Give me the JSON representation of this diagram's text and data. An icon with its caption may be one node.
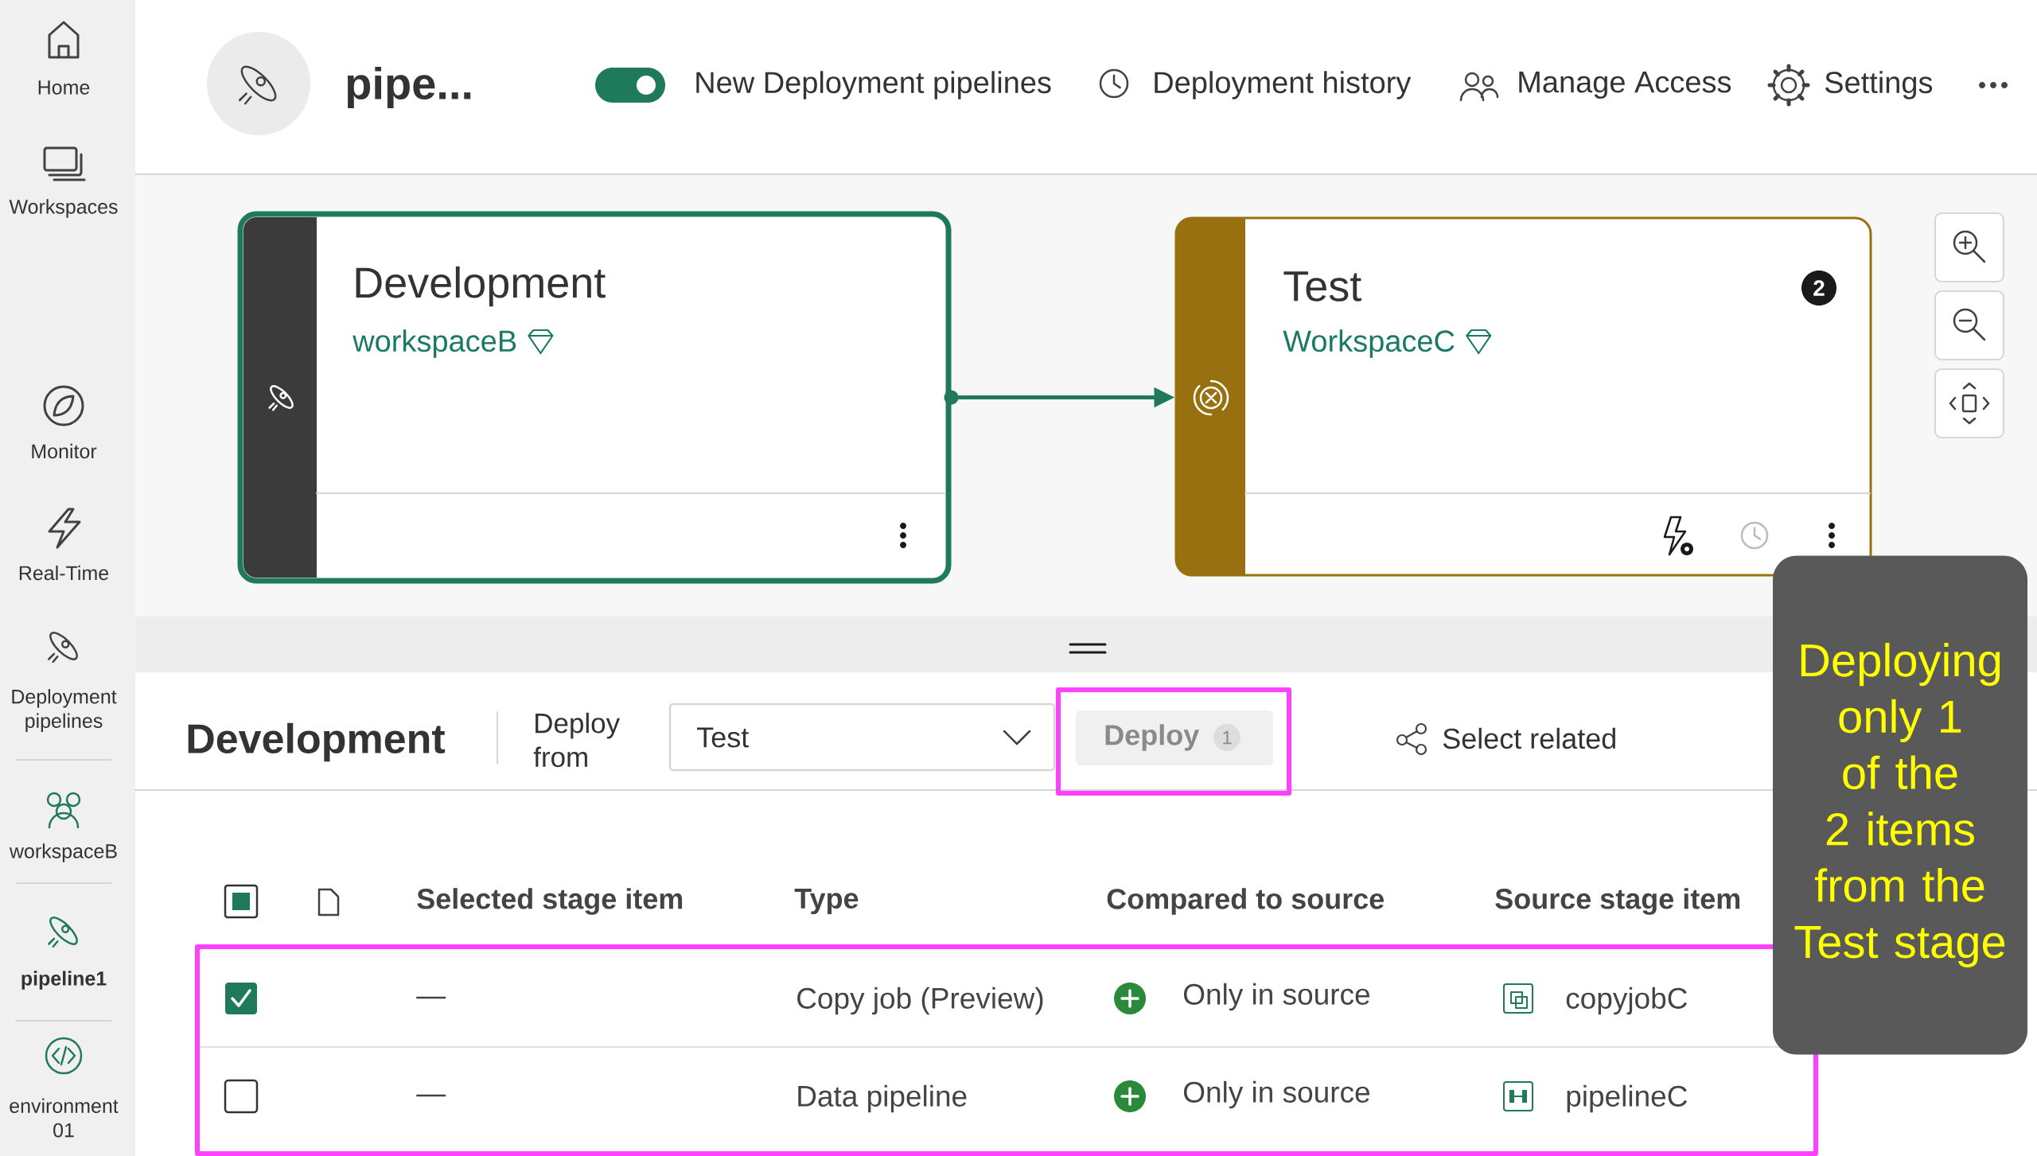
{
  "diagram": {
    "nodes": [
      {
        "text": [
          "Development",
          "workspaceB"
        ]
      },
      {
        "text": [
          "Test",
          "WorkspaceC",
          "2"
        ]
      },
      {
        "text": [
          "Deploying only 1 of the 2 items from the Test stage"
        ]
      }
    ],
    "edges": [
      {
        "from": 0,
        "to": 1,
        "arrow": "to"
      }
    ],
    "labels": [
      "pipe...",
      "New Deployment pipelines",
      "Deployment history",
      "Manage Access",
      "Settings",
      "Home",
      "Workspaces",
      "Monitor",
      "Real-Time",
      "Deployment pipelines",
      "workspaceB",
      "pipeline1",
      "environment 01",
      "Development",
      "Deploy from",
      "Test",
      "Deploy",
      "1",
      "Select related",
      "Selected stage item",
      "Type",
      "Compared to source",
      "Source stage item",
      "—",
      "Copy job (Preview)",
      "Only in source",
      "copyjobC",
      "—",
      "Data pipeline",
      "Only in source",
      "pipelineC"
    ]
  }
}
